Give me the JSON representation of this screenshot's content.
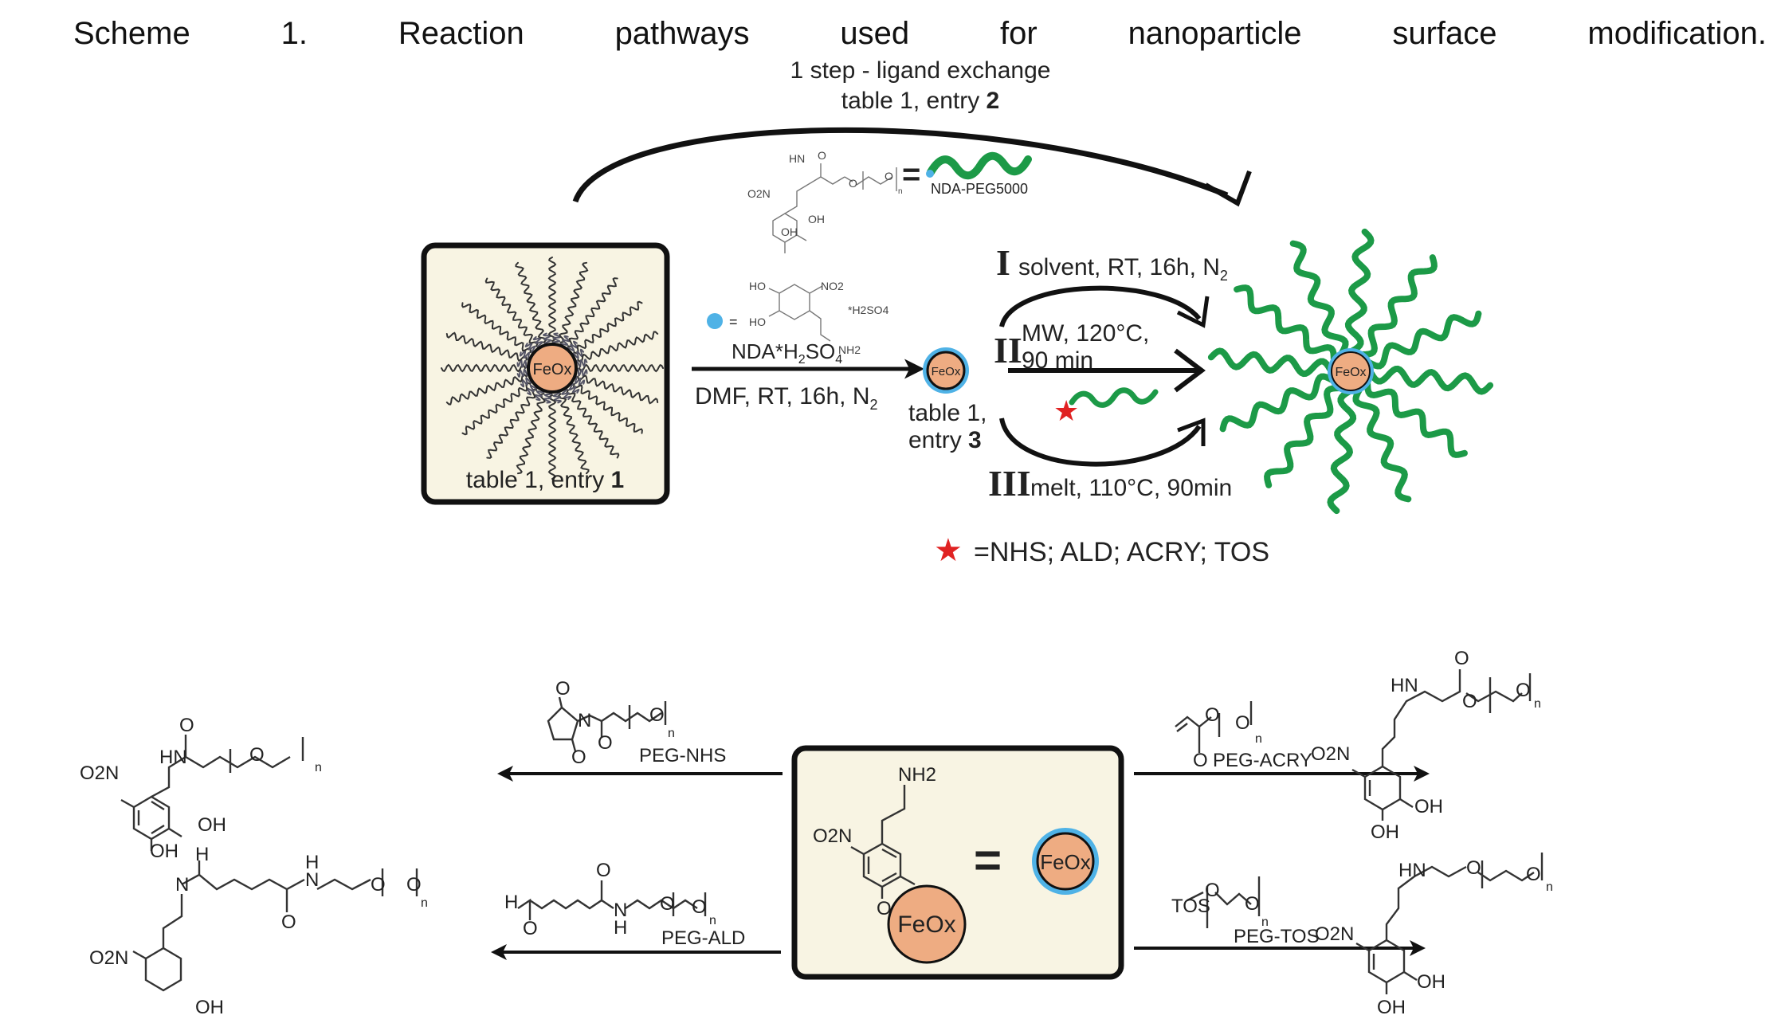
{
  "caption": {
    "words": [
      "Scheme",
      "1.",
      "Reaction",
      "pathways",
      "used",
      "for",
      "nanoparticle",
      "surface",
      "modification."
    ]
  },
  "top_route": {
    "title": "1 step - ligand exchange",
    "ref_prefix": "table 1, entry ",
    "ref_entry": "2",
    "reagent_label": "NDA-PEG5000",
    "equals": "="
  },
  "start_box": {
    "core_label": "FeOx",
    "ref_prefix": "table 1, entry ",
    "ref_entry": "1"
  },
  "step1": {
    "legend_equals": "=",
    "reagent_name": "NDA*H2SO4",
    "reagent_main": "NDA*H",
    "reagent_sub1": "2",
    "reagent_mid": "SO",
    "reagent_sub2": "4",
    "salt_label": "*H2SO4",
    "conditions_main": "DMF, RT, 16h, N",
    "conditions_sub": "2",
    "struct_labels": {
      "ho1": "HO",
      "ho2": "HO",
      "no2": "NO2",
      "nh2": "NH2"
    }
  },
  "intermediate": {
    "core_label": "FeOx",
    "ref_line1": "table 1,",
    "ref_line2_prefix": "entry ",
    "ref_entry": "3"
  },
  "routes": [
    {
      "numeral": "I",
      "conditions": "solvent, RT, 16h, N",
      "sub": "2"
    },
    {
      "numeral": "II",
      "conditions_line1": "MW, 120°C,",
      "conditions_line2": "90 min"
    },
    {
      "numeral": "III",
      "conditions": "melt, 110°C, 90min"
    }
  ],
  "product": {
    "core_label": "FeOx"
  },
  "legend": {
    "text": "=NHS; ALD; ACRY; TOS"
  },
  "center_box": {
    "nh2": "NH2",
    "no2": "O2N",
    "o1": "O",
    "o2": "O",
    "core_label": "FeOx",
    "equals": "=",
    "particle_label": "FeOx"
  },
  "reactions": {
    "nhs": {
      "reagent": "PEG-NHS"
    },
    "ald": {
      "reagent": "PEG-ALD"
    },
    "acry": {
      "reagent": "PEG-ACRY"
    },
    "tos": {
      "reagent": "PEG-TOS",
      "tos_label": "TOS"
    }
  },
  "atoms": {
    "O": "O",
    "N": "N",
    "H": "H",
    "HN": "HN",
    "OH": "OH",
    "O2N": "O2N",
    "n": "n"
  },
  "colors": {
    "core_fill": "#eeac82",
    "shell_blue": "#4fb2e6",
    "peg_green": "#1c9a47",
    "star_red": "#e02222",
    "box_fill": "#f8f4e3",
    "ink": "#111111"
  }
}
